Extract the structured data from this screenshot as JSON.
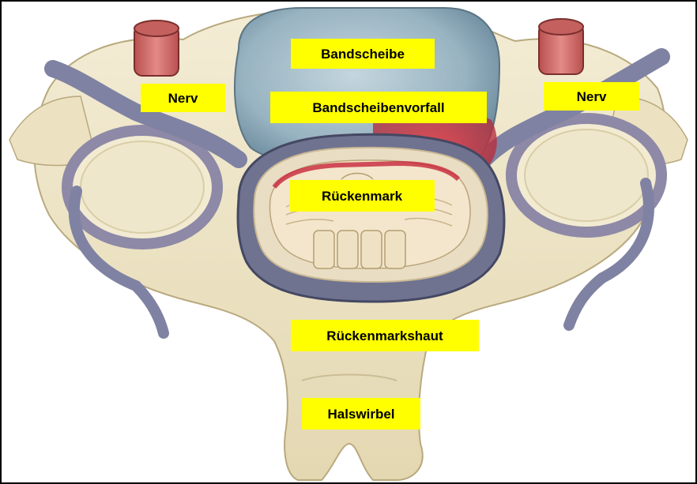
{
  "labels": {
    "bandscheibe": "Bandscheibe",
    "nerv_left": "Nerv",
    "nerv_right": "Nerv",
    "bandscheibenvorfall": "Bandscheibenvorfall",
    "rueckenmark": "Rückenmark",
    "rueckenmarkshaut": "Rückenmarkshaut",
    "halswirbel": "Halswirbel"
  },
  "colors": {
    "label_background": "#ffff00",
    "bone": "#efe6c8",
    "disc": "#9fb8c4",
    "herniation": "#d8323c",
    "dura": "#6f7390",
    "nerve": "#7f82a2",
    "vessel": "#d97a78",
    "frame": "#000000"
  }
}
